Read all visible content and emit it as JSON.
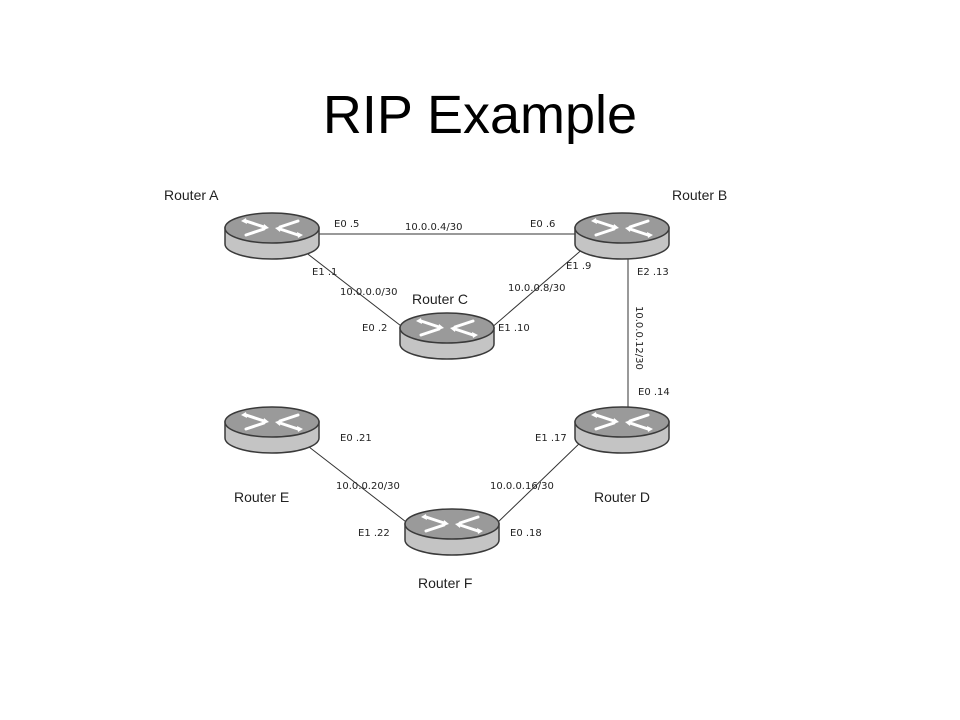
{
  "title": "RIP Example",
  "colors": {
    "router_top": "#9a9a9a",
    "router_body": "#c4c4c4",
    "router_outline": "#3a3a3a",
    "link": "#333333"
  },
  "routers": [
    {
      "id": "a",
      "name": "Router A",
      "icon": "router-icon"
    },
    {
      "id": "b",
      "name": "Router B",
      "icon": "router-icon"
    },
    {
      "id": "c",
      "name": "Router C",
      "icon": "router-icon"
    },
    {
      "id": "d",
      "name": "Router D",
      "icon": "router-icon"
    },
    {
      "id": "e",
      "name": "Router E",
      "icon": "router-icon"
    },
    {
      "id": "f",
      "name": "Router F",
      "icon": "router-icon"
    }
  ],
  "links": [
    {
      "id": "a-b",
      "subnet": "10.0.0.4/30",
      "ends": [
        "E0 .5",
        "E0 .6"
      ]
    },
    {
      "id": "a-c",
      "subnet": "10.0.0.0/30",
      "ends": [
        "E1 .1",
        "E0 .2"
      ]
    },
    {
      "id": "c-b",
      "subnet": "10.0.0.8/30",
      "ends": [
        "E1 .10",
        "E1 .9"
      ]
    },
    {
      "id": "b-d",
      "subnet": "10.0.0.12/30",
      "ends": [
        "E2 .13",
        "E0 .14"
      ]
    },
    {
      "id": "e-f",
      "subnet": "10.0.0.20/30",
      "ends": [
        "E0 .21",
        "E1 .22"
      ]
    },
    {
      "id": "f-d",
      "subnet": "10.0.0.16/30",
      "ends": [
        "E0 .18",
        "E1 .17"
      ]
    }
  ]
}
